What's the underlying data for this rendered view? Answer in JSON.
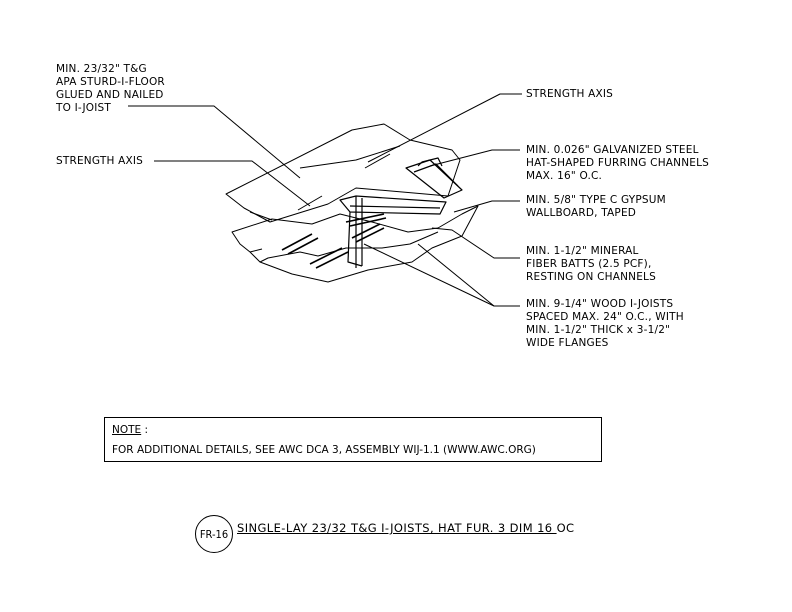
{
  "callouts": {
    "subfloor": [
      "MIN. 23/32\" T&G",
      "APA STURD-I-FLOOR",
      "GLUED AND NAILED",
      "TO I-JOIST"
    ],
    "strength_axis_left": "STRENGTH AXIS",
    "strength_axis_right": "STRENGTH AXIS",
    "furring": [
      "MIN. 0.026\" GALVANIZED STEEL",
      "HAT-SHAPED FURRING CHANNELS",
      "MAX. 16\" O.C."
    ],
    "gypsum": [
      "MIN. 5/8\" TYPE C GYPSUM",
      "WALLBOARD, TAPED"
    ],
    "insulation": [
      "MIN. 1-1/2\" MINERAL",
      "FIBER BATTS (2.5 PCF),",
      "RESTING ON CHANNELS"
    ],
    "joists": [
      "MIN. 9-1/4\" WOOD I-JOISTS",
      "SPACED MAX. 24\" O.C., WITH",
      "MIN. 1-1/2\" THICK x 3-1/2\"",
      "WIDE FLANGES"
    ]
  },
  "note": {
    "title": "NOTE",
    "title_suffix": " :",
    "text": "FOR ADDITIONAL DETAILS, SEE AWC DCA 3, ASSEMBLY WIJ-1.1 (WWW.AWC.ORG)"
  },
  "detail": {
    "badge": "FR-16",
    "title_underlined": "SINGLE-LAY 23/32 T&G I-JOISTS, HAT FUR. 3 DIM 16 ",
    "title_tail": "OC"
  }
}
